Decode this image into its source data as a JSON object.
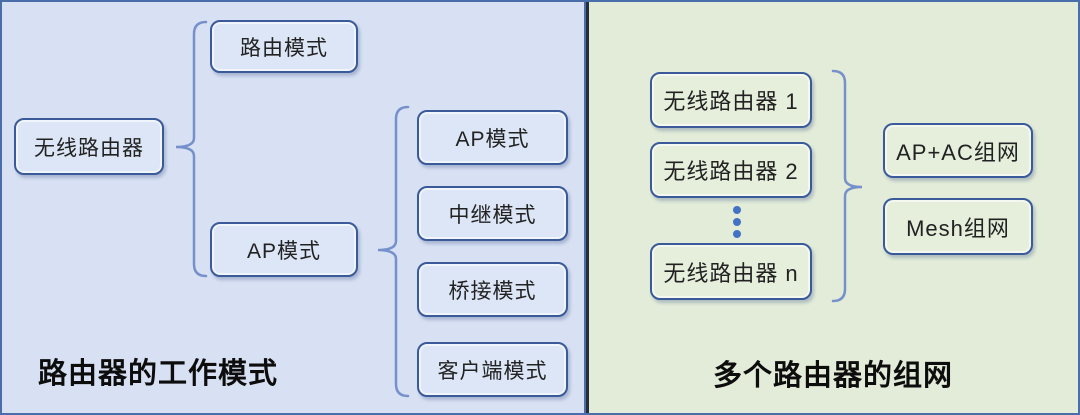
{
  "left_panel": {
    "title": "路由器的工作模式",
    "root": {
      "label": "无线路由器"
    },
    "children": [
      {
        "label": "路由模式"
      },
      {
        "label": "AP模式"
      }
    ],
    "ap_children": [
      {
        "label": "AP模式"
      },
      {
        "label": "中继模式"
      },
      {
        "label": "桥接模式"
      },
      {
        "label": "客户端模式"
      }
    ]
  },
  "right_panel": {
    "title": "多个路由器的组网",
    "routers": [
      {
        "label": "无线路由器 1"
      },
      {
        "label": "无线路由器 2"
      },
      {
        "label": "无线路由器 n"
      }
    ],
    "ellipsis": {
      "type": "vertical-dots",
      "count": 3
    },
    "networks": [
      {
        "label": "AP+AC组网"
      },
      {
        "label": "Mesh组网"
      }
    ]
  },
  "colors": {
    "left_background": "#d8e1f3",
    "right_background": "#e2ecd8",
    "node_border": "#3a5a9a",
    "brace": "#7590cb",
    "dots": "#4472c4",
    "outer_border": "#4a6ea9",
    "divider": "#272d3b"
  }
}
